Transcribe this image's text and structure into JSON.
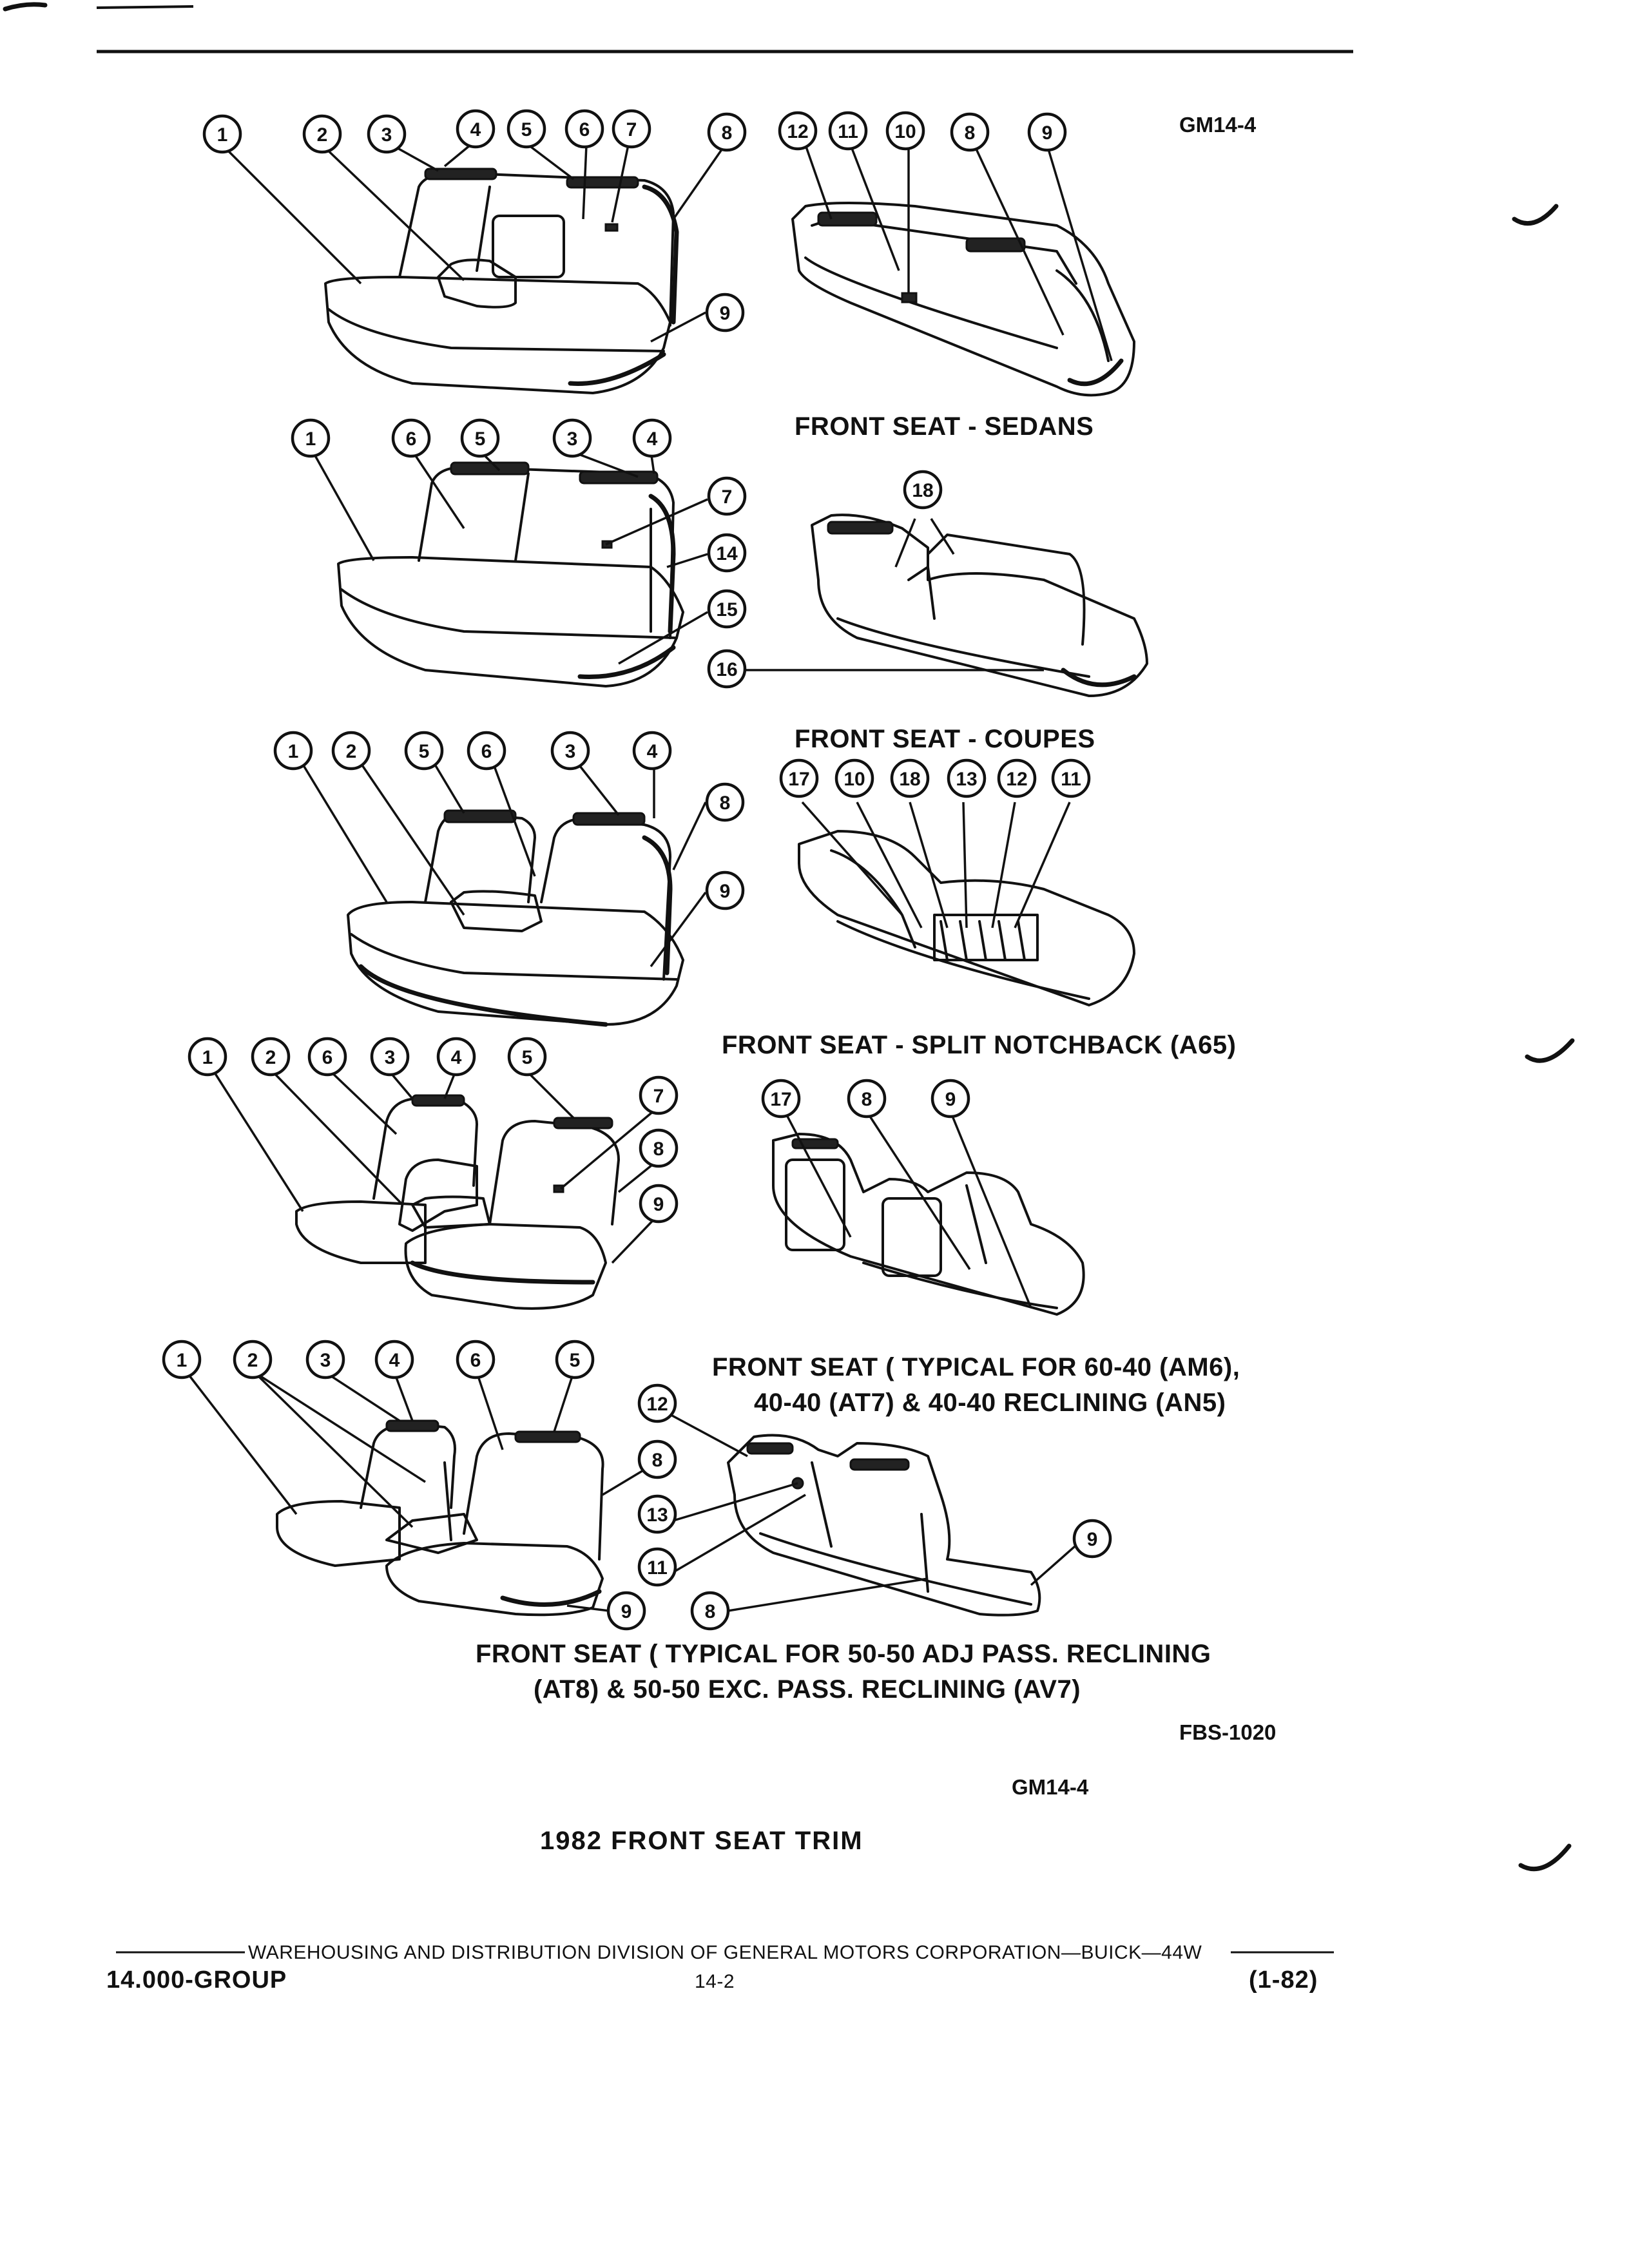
{
  "header": {
    "code": "GM14-4"
  },
  "diagrams": {
    "sedans": {
      "caption": "FRONT SEAT - SEDANS",
      "labels": [
        "1",
        "2",
        "3",
        "4",
        "5",
        "6",
        "7",
        "8",
        "12",
        "11",
        "10",
        "8",
        "9",
        "9"
      ]
    },
    "coupes": {
      "caption": "FRONT SEAT - COUPES",
      "labels": [
        "1",
        "6",
        "5",
        "3",
        "4",
        "7",
        "14",
        "15",
        "16",
        "18"
      ]
    },
    "split_notchback": {
      "caption": "FRONT SEAT - SPLIT NOTCHBACK (A65)",
      "labels": [
        "1",
        "2",
        "5",
        "6",
        "3",
        "4",
        "8",
        "9",
        "17",
        "10",
        "18",
        "13",
        "12",
        "11"
      ]
    },
    "typical_6040": {
      "caption_line1": "FRONT SEAT ( TYPICAL FOR 60-40 (AM6),",
      "caption_line2": "40-40 (AT7) & 40-40 RECLINING (AN5)",
      "labels": [
        "1",
        "2",
        "6",
        "3",
        "4",
        "5",
        "7",
        "8",
        "9",
        "17",
        "8",
        "9"
      ]
    },
    "typical_5050": {
      "caption_line1": "FRONT SEAT ( TYPICAL FOR 50-50 ADJ PASS. RECLINING",
      "caption_line2": "(AT8) & 50-50 EXC. PASS. RECLINING (AV7)",
      "labels": [
        "1",
        "2",
        "3",
        "4",
        "6",
        "5",
        "12",
        "8",
        "13",
        "11",
        "9",
        "8",
        "9"
      ]
    }
  },
  "figure_code": "FBS-1020",
  "figure_ref": "GM14-4",
  "figure_title": "1982 FRONT SEAT TRIM",
  "footer": {
    "division": "WAREHOUSING AND DISTRIBUTION  DIVISION OF GENERAL MOTORS CORPORATION—BUICK—44W",
    "group": "14.000-GROUP",
    "page": "14-2",
    "date": "(1-82)"
  }
}
